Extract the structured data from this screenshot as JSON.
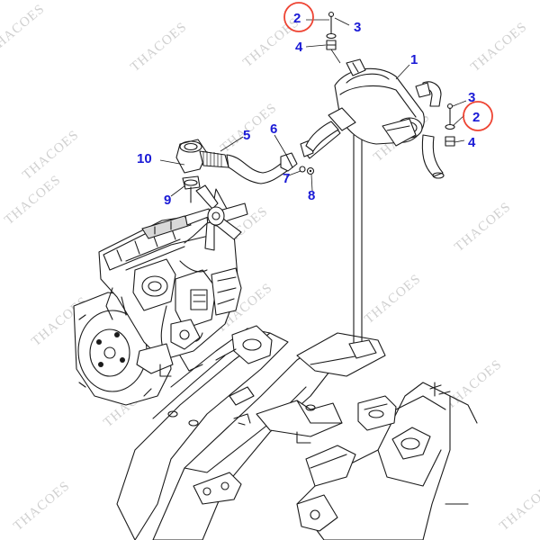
{
  "watermark": "THACOES",
  "callouts": {
    "c1": "1",
    "c2a": "2",
    "c2b": "2",
    "c3a": "3",
    "c3b": "3",
    "c4a": "4",
    "c4b": "4",
    "c5": "5",
    "c6": "6",
    "c7": "7",
    "c8": "8",
    "c9": "9",
    "c10": "10"
  },
  "colors": {
    "callout_text": "#1a1ad6",
    "highlight_circle": "#ee4433",
    "line_art": "#1a1a1a",
    "watermark": "#d0d0d0"
  }
}
